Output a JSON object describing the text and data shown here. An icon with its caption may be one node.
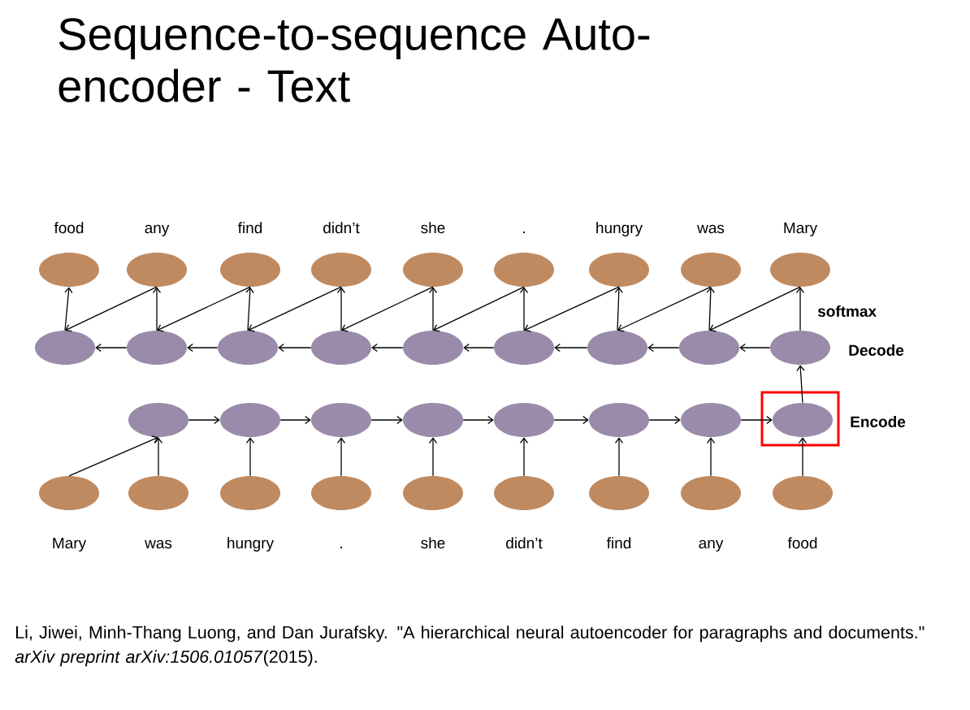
{
  "diagram": {
    "title": "Sequence-to-sequence Auto-encoder - Text",
    "caption": "Li, Jiwei, Minh-Thang Luong, and Dan Jurafsky. \"A hierarchical neural autoencoder for paragraphs and documents.\" *arXiv preprint arXiv:1506.01057*(2015).",
    "nodes": [
      {
        "text": [],
        "shape": "ellipse",
        "beside": [
          "food"
        ]
      },
      {
        "text": [],
        "shape": "ellipse",
        "beside": [
          "any"
        ]
      },
      {
        "text": [],
        "shape": "ellipse",
        "beside": [
          "find"
        ]
      },
      {
        "text": [],
        "shape": "ellipse",
        "beside": [
          "didn’t"
        ]
      },
      {
        "text": [],
        "shape": "ellipse",
        "beside": [
          "she"
        ]
      },
      {
        "text": [],
        "shape": "ellipse",
        "beside": [
          "."
        ]
      },
      {
        "text": [],
        "shape": "ellipse",
        "beside": [
          "hungry"
        ]
      },
      {
        "text": [],
        "shape": "ellipse",
        "beside": [
          "was"
        ]
      },
      {
        "text": [],
        "shape": "ellipse",
        "beside": [
          "Mary"
        ]
      },
      {
        "text": [],
        "shape": "ellipse"
      },
      {
        "text": [],
        "shape": "ellipse"
      },
      {
        "text": [],
        "shape": "ellipse"
      },
      {
        "text": [],
        "shape": "ellipse"
      },
      {
        "text": [],
        "shape": "ellipse"
      },
      {
        "text": [],
        "shape": "ellipse"
      },
      {
        "text": [],
        "shape": "ellipse"
      },
      {
        "text": [],
        "shape": "ellipse"
      },
      {
        "text": [],
        "shape": "ellipse"
      },
      {
        "text": [],
        "shape": "ellipse"
      },
      {
        "text": [],
        "shape": "ellipse"
      },
      {
        "text": [],
        "shape": "ellipse"
      },
      {
        "text": [],
        "shape": "ellipse"
      },
      {
        "text": [],
        "shape": "ellipse"
      },
      {
        "text": [],
        "shape": "ellipse"
      },
      {
        "text": [],
        "shape": "ellipse"
      },
      {
        "text": [],
        "shape": "ellipse"
      },
      {
        "text": [],
        "shape": "ellipse",
        "beside": [
          "Mary"
        ]
      },
      {
        "text": [],
        "shape": "ellipse",
        "beside": [
          "was"
        ]
      },
      {
        "text": [],
        "shape": "ellipse",
        "beside": [
          "hungry"
        ]
      },
      {
        "text": [],
        "shape": "ellipse",
        "beside": [
          "."
        ]
      },
      {
        "text": [],
        "shape": "ellipse",
        "beside": [
          "she"
        ]
      },
      {
        "text": [],
        "shape": "ellipse",
        "beside": [
          "didn’t"
        ]
      },
      {
        "text": [],
        "shape": "ellipse",
        "beside": [
          "find"
        ]
      },
      {
        "text": [],
        "shape": "ellipse",
        "beside": [
          "any"
        ]
      },
      {
        "text": [],
        "shape": "ellipse",
        "beside": [
          "food"
        ]
      }
    ],
    "edges": [
      {
        "from": 26,
        "to": 18,
        "arrow": "to"
      },
      {
        "from": 27,
        "to": 18,
        "arrow": "to"
      },
      {
        "from": 28,
        "to": 19,
        "arrow": "to"
      },
      {
        "from": 29,
        "to": 20,
        "arrow": "to"
      },
      {
        "from": 30,
        "to": 21,
        "arrow": "to"
      },
      {
        "from": 31,
        "to": 22,
        "arrow": "to"
      },
      {
        "from": 32,
        "to": 23,
        "arrow": "to"
      },
      {
        "from": 33,
        "to": 24,
        "arrow": "to"
      },
      {
        "from": 34,
        "to": 25,
        "arrow": "to"
      },
      {
        "from": 18,
        "to": 19,
        "arrow": "to"
      },
      {
        "from": 19,
        "to": 20,
        "arrow": "to"
      },
      {
        "from": 20,
        "to": 21,
        "arrow": "to"
      },
      {
        "from": 21,
        "to": 22,
        "arrow": "to"
      },
      {
        "from": 22,
        "to": 23,
        "arrow": "to"
      },
      {
        "from": 23,
        "to": 24,
        "arrow": "to"
      },
      {
        "from": 24,
        "to": 25,
        "arrow": "to"
      },
      {
        "from": 25,
        "to": 17,
        "arrow": "to"
      },
      {
        "from": 17,
        "to": 16,
        "arrow": "to"
      },
      {
        "from": 16,
        "to": 15,
        "arrow": "to"
      },
      {
        "from": 15,
        "to": 14,
        "arrow": "to"
      },
      {
        "from": 14,
        "to": 13,
        "arrow": "to"
      },
      {
        "from": 13,
        "to": 12,
        "arrow": "to"
      },
      {
        "from": 12,
        "to": 11,
        "arrow": "to"
      },
      {
        "from": 11,
        "to": 10,
        "arrow": "to"
      },
      {
        "from": 10,
        "to": 9,
        "arrow": "to"
      },
      {
        "from": 9,
        "to": 0,
        "arrow": "to"
      },
      {
        "from": 10,
        "to": 1,
        "arrow": "to"
      },
      {
        "from": 11,
        "to": 2,
        "arrow": "to"
      },
      {
        "from": 12,
        "to": 3,
        "arrow": "to"
      },
      {
        "from": 13,
        "to": 4,
        "arrow": "to"
      },
      {
        "from": 14,
        "to": 5,
        "arrow": "to"
      },
      {
        "from": 15,
        "to": 6,
        "arrow": "to"
      },
      {
        "from": 16,
        "to": 7,
        "arrow": "to"
      },
      {
        "from": 17,
        "to": 8,
        "arrow": "to"
      },
      {
        "from": 1,
        "to": 9,
        "arrow": "to"
      },
      {
        "from": 2,
        "to": 10,
        "arrow": "to"
      },
      {
        "from": 3,
        "to": 11,
        "arrow": "to"
      },
      {
        "from": 4,
        "to": 12,
        "arrow": "to"
      },
      {
        "from": 5,
        "to": 13,
        "arrow": "to"
      },
      {
        "from": 6,
        "to": 14,
        "arrow": "to"
      },
      {
        "from": 7,
        "to": 15,
        "arrow": "to"
      },
      {
        "from": 8,
        "to": 16,
        "arrow": "to"
      }
    ],
    "labels": [
      "softmax",
      "Decode",
      "Encode"
    ]
  }
}
